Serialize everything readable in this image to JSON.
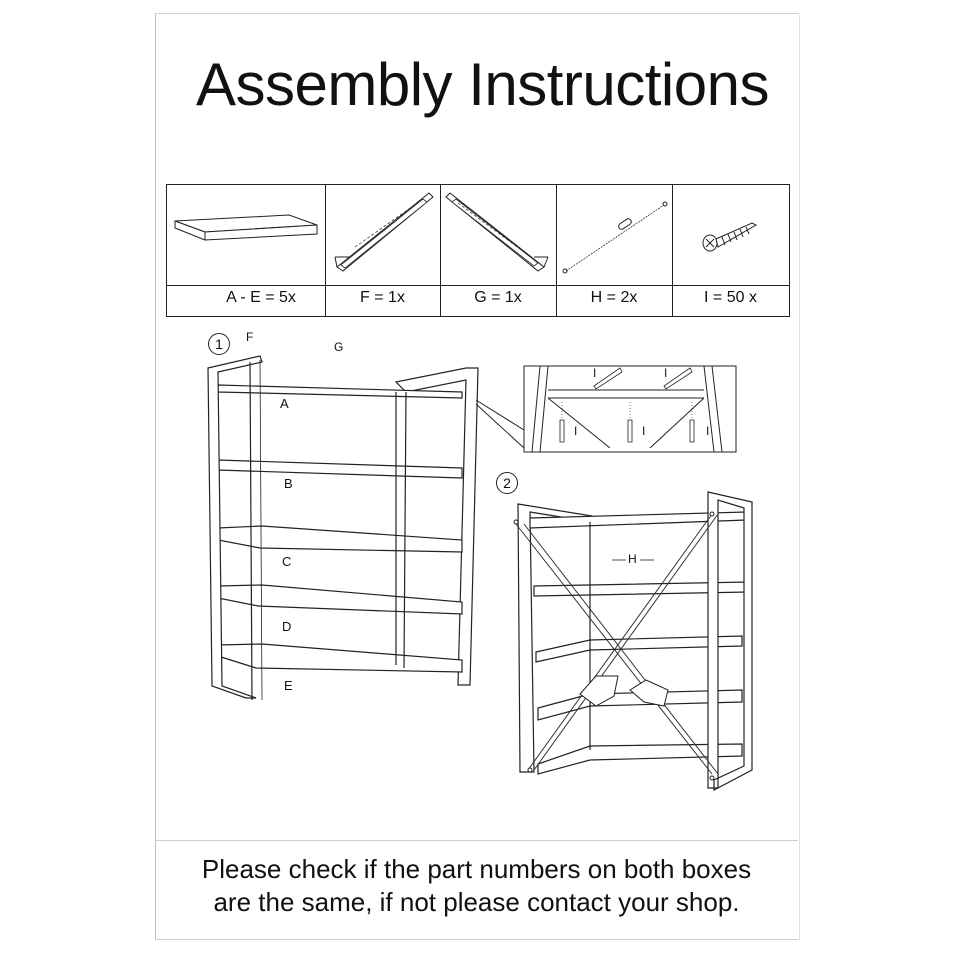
{
  "title": "Assembly Instructions",
  "parts": [
    {
      "icon": "shelf-board-icon",
      "qty": "A - E = 5x"
    },
    {
      "icon": "side-frame-f-icon",
      "qty": "F = 1x"
    },
    {
      "icon": "side-frame-g-icon",
      "qty": "G = 1x"
    },
    {
      "icon": "tension-wire-icon",
      "qty": "H = 2x"
    },
    {
      "icon": "screw-icon",
      "qty": "I = 50 x"
    }
  ],
  "step1": {
    "number": "1",
    "frame_labels": [
      "F",
      "G"
    ],
    "shelf_labels": [
      "A",
      "B",
      "C",
      "D",
      "E"
    ],
    "detail_screw_label": "I"
  },
  "step2": {
    "number": "2",
    "wire_label": "H"
  },
  "footer": {
    "line1": "Please check if the part numbers on both boxes",
    "line2": "are the same, if not please contact your shop."
  }
}
